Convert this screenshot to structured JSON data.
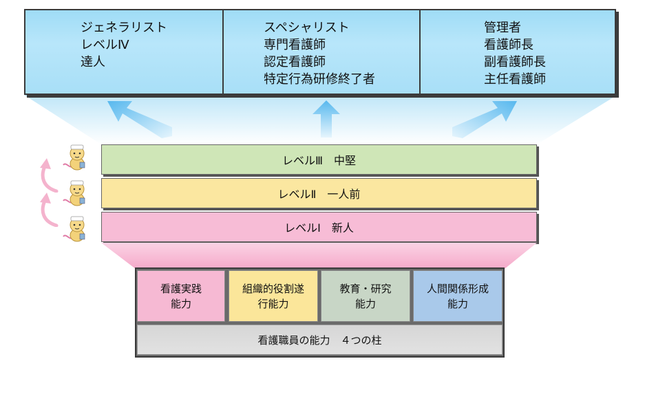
{
  "career_paths": [
    {
      "lines": [
        "ジェネラリスト",
        "レベルⅣ",
        "達人"
      ]
    },
    {
      "lines": [
        "スペシャリスト",
        "専門看護師",
        "認定看護師",
        "特定行為研修終了者"
      ]
    },
    {
      "lines": [
        "管理者",
        "看護師長",
        "副看護師長",
        "主任看護師"
      ]
    }
  ],
  "levels": [
    {
      "label": "レベルⅢ　中堅",
      "color": "#cfe6b7"
    },
    {
      "label": "レベルⅡ　一人前",
      "color": "#fbe7a0"
    },
    {
      "label": "レベルⅠ　新人",
      "color": "#f7bcd6"
    }
  ],
  "pillars": [
    {
      "lines": [
        "看護実践",
        "能力"
      ],
      "color": "#f6b9d3"
    },
    {
      "lines": [
        "組織的役割遂",
        "行能力"
      ],
      "color": "#fbe69a"
    },
    {
      "lines": [
        "教育・研究",
        "能力"
      ],
      "color": "#c8d6c6"
    },
    {
      "lines": [
        "人間関係形成",
        "能力"
      ],
      "color": "#a9c9ea"
    }
  ],
  "foundation": {
    "label": "看護職員の能力　４つの柱"
  },
  "colors": {
    "top_box": "#a8dff7",
    "arrow": "#6cc3f0",
    "pink_arrow": "#f6b5cf"
  }
}
